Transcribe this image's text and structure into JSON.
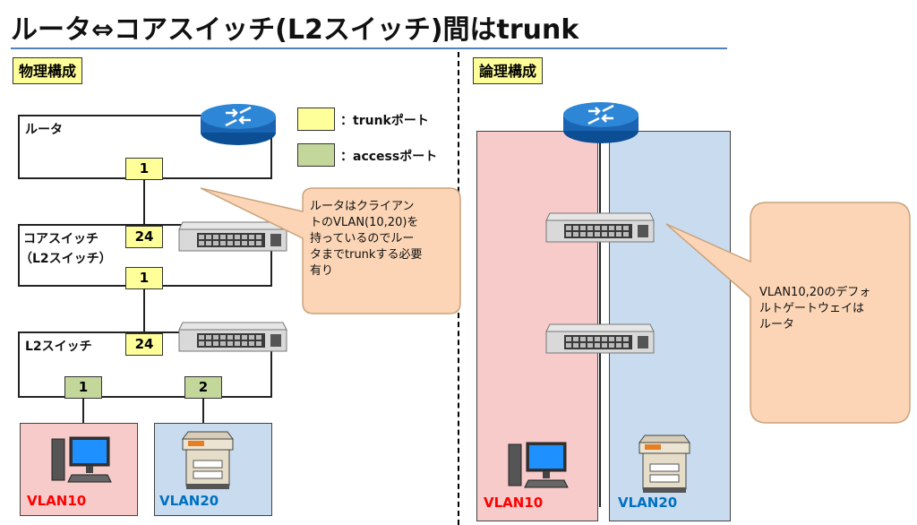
{
  "title": "ルータ⇔コアスイッチ(L2スイッチ)間はtrunk",
  "physical": {
    "section_label": "物理構成",
    "router_label": "ルータ",
    "core_label_1": "コアスイッチ",
    "core_label_2": "（L2スイッチ）",
    "l2_label": "L2スイッチ",
    "ports": {
      "router_port": "1",
      "core_up_port": "24",
      "core_down_port": "1",
      "l2_up_port": "24",
      "l2_access_1": "1",
      "l2_access_2": "2"
    },
    "legend": {
      "trunk": "：trunkポート",
      "access": "：accessポート"
    },
    "callout": [
      "ルータはクライアン",
      "トのVLAN(10,20)を",
      "持っているのでルー",
      "タまでtrunkする必要",
      "有り"
    ],
    "vlan10": "VLAN10",
    "vlan20": "VLAN20"
  },
  "logical": {
    "section_label": "論理構成",
    "callout": [
      "VLAN10,20のデフォ",
      "ルトゲートウェイは",
      "ルータ"
    ],
    "vlan10": "VLAN10",
    "vlan20": "VLAN20"
  },
  "colors": {
    "trunk_port": "#ffff99",
    "access_port": "#c4d79b",
    "vlan10_bg": "#f8cbcb",
    "vlan20_bg": "#c9dcef",
    "vlan10_text": "#ff0000",
    "vlan20_text": "#0070c0",
    "callout_bg": "#fbd5b5",
    "router_blue": "#1f74c6"
  },
  "icons": [
    "router-icon",
    "switch-icon",
    "pc-icon",
    "printer-icon"
  ]
}
